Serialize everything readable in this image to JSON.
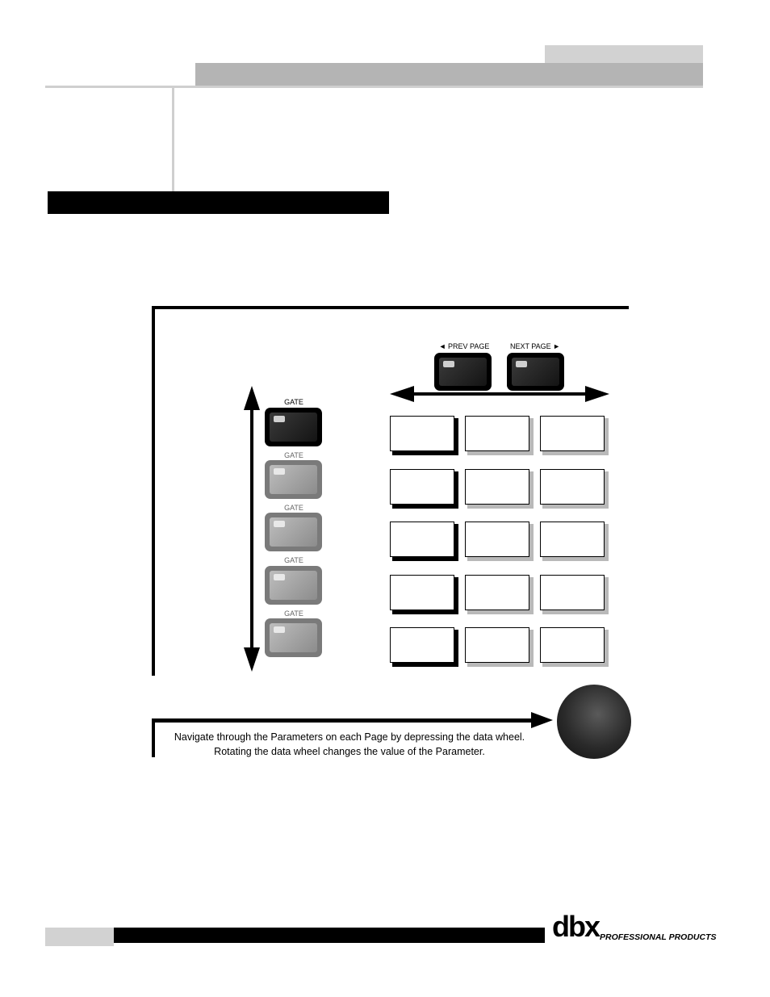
{
  "header": {
    "page_tab": "",
    "chapter_title": ""
  },
  "section": {
    "title": ""
  },
  "diagram": {
    "prev_page_label": "◄ PREV PAGE",
    "next_page_label": "NEXT PAGE ►",
    "module_buttons": [
      {
        "label": "GATE",
        "state": "active"
      },
      {
        "label": "GATE",
        "state": "inactive"
      },
      {
        "label": "GATE",
        "state": "inactive"
      },
      {
        "label": "GATE",
        "state": "inactive"
      },
      {
        "label": "GATE",
        "state": "inactive"
      }
    ],
    "parameter_grid": {
      "rows": 5,
      "columns": 3
    }
  },
  "note": {
    "line1": "Navigate through the Parameters on each Page by depressing the data wheel.",
    "line2": "Rotating the data wheel changes the value of the Parameter."
  },
  "footer": {
    "logo_text": "dbx",
    "logo_subtitle": "PROFESSIONAL PRODUCTS"
  },
  "colors": {
    "ink": "#000000",
    "header_gray": "#b4b4b4",
    "tab_gray": "#d2d2d2"
  }
}
